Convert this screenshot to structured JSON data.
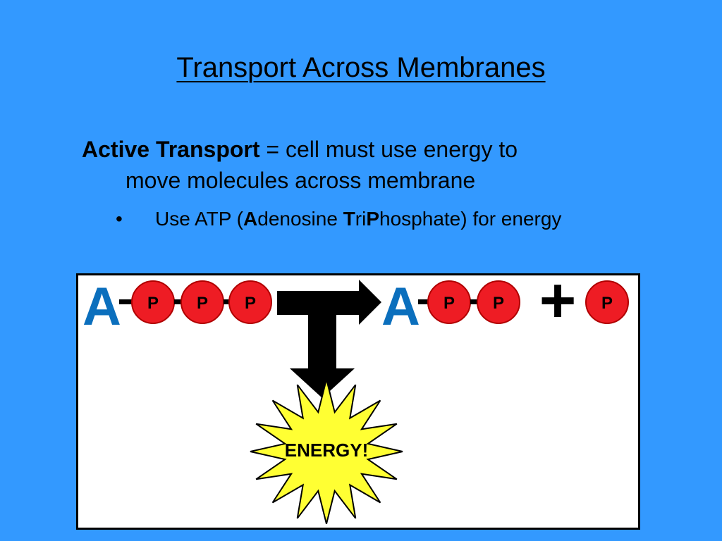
{
  "slide": {
    "title": "Transport Across Membranes",
    "definition": {
      "term": "Active Transport",
      "rest_line1": " = cell must use energy to",
      "rest_line2": "move molecules across membrane"
    },
    "bullet": {
      "marker": "•",
      "prefix": "Use ATP (",
      "a_letter": "A",
      "a_rest": "denosine ",
      "t_letter": "T",
      "t_rest": "ri",
      "p_letter": "P",
      "p_rest": "hosphate) for energy"
    }
  },
  "diagram": {
    "adenosine_label": "A",
    "phosphate_label": "P",
    "plus_symbol": "+",
    "energy_label": "ENERGY!",
    "colors": {
      "adenosine": "#0b6fbd",
      "phosphate_fill": "#ee1c24",
      "burst_fill": "#ffff33",
      "arrow": "#000000"
    }
  }
}
